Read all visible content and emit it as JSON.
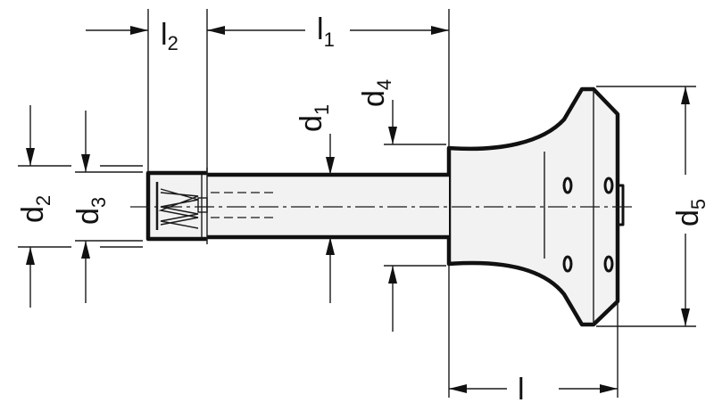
{
  "diagram": {
    "labels": {
      "l2": {
        "main": "l",
        "sub": "2"
      },
      "l1": {
        "main": "l",
        "sub": "1"
      },
      "l": {
        "main": "l",
        "sub": ""
      },
      "d1": {
        "main": "d",
        "sub": "1"
      },
      "d2": {
        "main": "d",
        "sub": "2"
      },
      "d3": {
        "main": "d",
        "sub": "3"
      },
      "d4": {
        "main": "d",
        "sub": "4"
      },
      "d5": {
        "main": "d",
        "sub": "5"
      }
    }
  }
}
